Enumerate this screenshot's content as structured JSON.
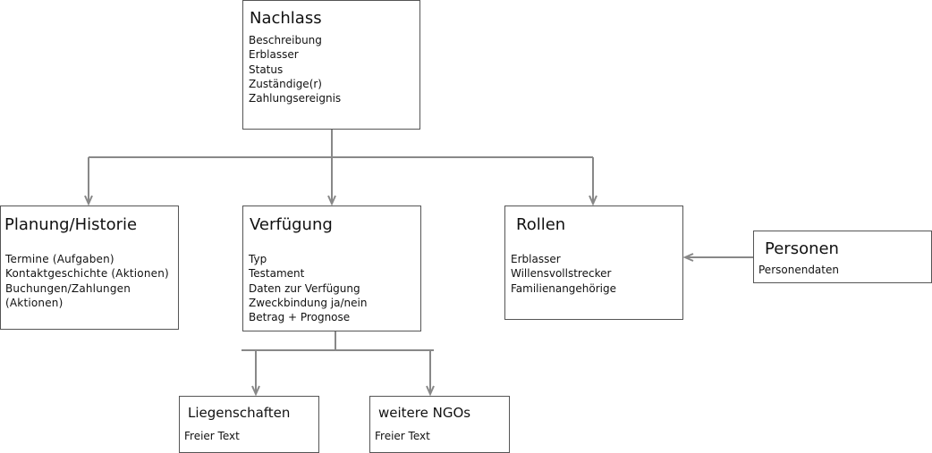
{
  "nachlass": {
    "title": "Nachlass",
    "lines": [
      "Beschreibung",
      "Erblasser",
      "Status",
      "Zuständige(r)",
      "Zahlungsereignis"
    ]
  },
  "planung": {
    "title": "Planung/Historie",
    "lines": [
      "Termine (Aufgaben)",
      "Kontaktgeschichte (Aktionen)",
      "Buchungen/Zahlungen",
      "(Aktionen)"
    ]
  },
  "verfuegung": {
    "title": "Verfügung",
    "lines": [
      "Typ",
      "Testament",
      "Daten zur Verfügung",
      "Zweckbindung ja/nein",
      "Betrag + Prognose"
    ]
  },
  "rollen": {
    "title": "Rollen",
    "lines": [
      "Erblasser",
      "Willensvollstrecker",
      "Familienangehörige"
    ]
  },
  "personen": {
    "title": "Personen",
    "lines": [
      "Personendaten"
    ]
  },
  "liegenschaften": {
    "title": "Liegenschaften",
    "lines": [
      "Freier Text"
    ]
  },
  "ngos": {
    "title": "weitere NGOs",
    "lines": [
      "Freier Text"
    ]
  },
  "colors": {
    "line": "#888888",
    "border": "#555555"
  }
}
